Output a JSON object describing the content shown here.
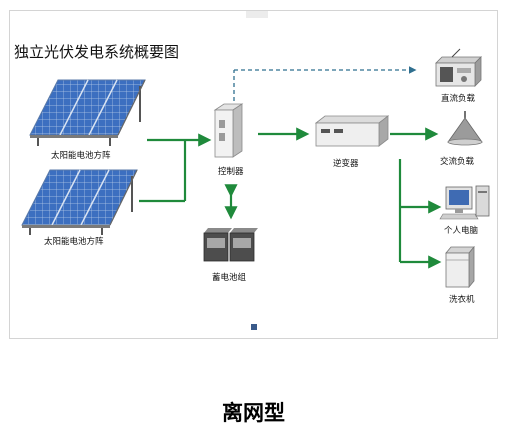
{
  "title": "独立光伏发电系统概要图",
  "nodes": {
    "solar_array_1": "太阳能电池方阵",
    "solar_array_2": "太阳能电池方阵",
    "controller": "控制器",
    "battery": "蓄电池组",
    "inverter": "逆变器",
    "dc_load": "直流负载",
    "ac_load": "交流负载",
    "pc": "个人电脑",
    "washer": "洗衣机"
  },
  "caption": "离网型",
  "colors": {
    "flow_arrow": "#1f8a3b",
    "dashed_arrow": "#2f6f8f",
    "panel_cell": "#3c6fc0"
  }
}
